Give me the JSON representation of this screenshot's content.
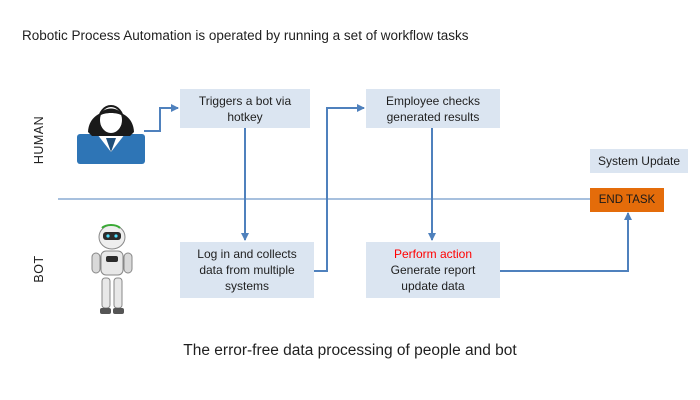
{
  "title": "Robotic Process Automation is operated by running a set of workflow tasks",
  "lanes": {
    "top": "HUMAN",
    "bottom": "BOT"
  },
  "boxes": {
    "trigger": [
      "Triggers a bot via",
      "hotkey"
    ],
    "login": [
      "Log in and collects",
      "data from multiple",
      "systems"
    ],
    "check": [
      "Employee checks",
      "generated results"
    ],
    "perform_highlight": "Perform action",
    "perform": [
      "Generate report",
      "update data"
    ],
    "system_update": "System Update",
    "end_task": "END TASK"
  },
  "caption": "The error-free data processing of people and bot",
  "colors": {
    "box_fill": "#dbe5f1",
    "connector": "#4f81bd",
    "end_task_fill": "#e46c0a",
    "highlight_text": "#ff0000",
    "avatar_blue": "#2e75b6"
  },
  "icons": [
    "human-avatar-icon",
    "robot-icon"
  ]
}
